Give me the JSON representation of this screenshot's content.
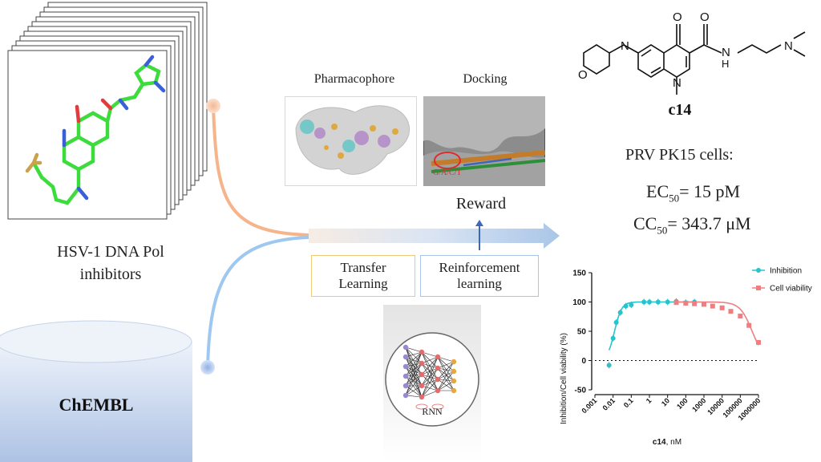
{
  "left": {
    "caption_line1": "HSV-1 DNA Pol",
    "caption_line2": "inhibitors",
    "database": "ChEMBL"
  },
  "middle": {
    "pharmacophore_title": "Pharmacophore",
    "docking_title": "Docking",
    "docking_note": "G/A/C/T",
    "reward": "Reward",
    "transfer_line1": "Transfer",
    "transfer_line2": "Learning",
    "rl_line1": "Reinforcement",
    "rl_line2": "learning",
    "rnn": "RNN"
  },
  "compound": {
    "name": "c14",
    "cells": "PRV PK15 cells:",
    "ec_prefix": "EC",
    "ec_sub": "50",
    "ec_value": "= 15 pM",
    "cc_prefix": "CC",
    "cc_sub": "50",
    "cc_value": "= 343.7 μM"
  },
  "colors": {
    "inhibition": "#27c4cc",
    "viability": "#f07e80",
    "flow_orange": "#f5b48a",
    "flow_blue": "#9ec8ef",
    "arrow_blue": "#a9c6e8"
  },
  "chart_data": {
    "type": "scatter",
    "ylabel": "Inhibition/Cell viability (%)",
    "xlabel_bold": "c14",
    "xlabel_rest": ", nM",
    "x_scale": "log",
    "xlim": [
      0.001,
      1000000
    ],
    "ylim": [
      -50,
      150
    ],
    "x_ticks": [
      "0.001",
      "0.01",
      "0.1",
      "1",
      "10",
      "100",
      "1000",
      "10000",
      "100000",
      "1000000"
    ],
    "y_ticks": [
      "-50",
      "0",
      "50",
      "100",
      "150"
    ],
    "reference_line": 0,
    "legend_position": "top-right",
    "series": [
      {
        "name": "Inhibition",
        "x": [
          0.006,
          0.01,
          0.015,
          0.025,
          0.05,
          0.1,
          0.5,
          1,
          3,
          10,
          30,
          100,
          300
        ],
        "y": [
          -8,
          38,
          65,
          82,
          93,
          95,
          100,
          100,
          100,
          100,
          101,
          99,
          100
        ]
      },
      {
        "name": "Cell viability",
        "x": [
          30,
          100,
          300,
          1000,
          3000,
          10000,
          30000,
          100000,
          300000,
          1000000
        ],
        "y": [
          99,
          98,
          97,
          96,
          93,
          90,
          84,
          76,
          60,
          31
        ]
      }
    ]
  }
}
